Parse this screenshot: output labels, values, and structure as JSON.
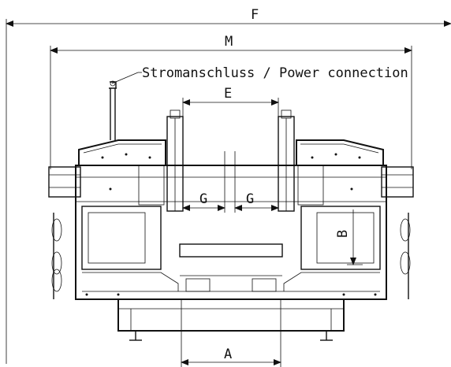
{
  "dimensions": {
    "F": "F",
    "M": "M",
    "E": "E",
    "G_left": "G",
    "G_right": "G",
    "B": "B",
    "A": "A"
  },
  "callouts": {
    "power": "Stromanschluss / Power connection"
  },
  "colors": {
    "line": "#111111",
    "background": "#ffffff"
  }
}
